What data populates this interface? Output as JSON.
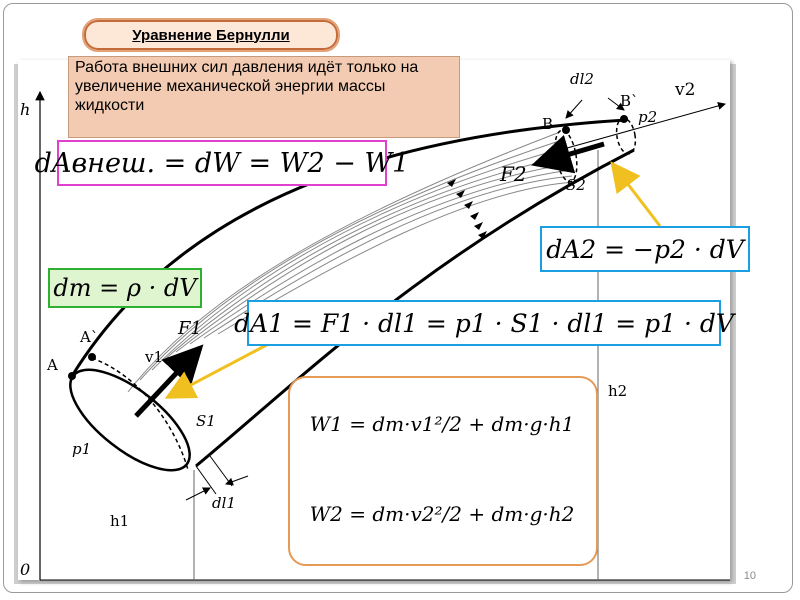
{
  "title": "Уравнение Бернулли",
  "description": "Работа внешних сил давления идёт только на увеличение механической энергии массы жидкости",
  "formulas": {
    "dA_ext": "dAвнеш. = dW = W2 − W1",
    "dA2": "dA2 = −p2 · dV",
    "dm": "dm = ρ · dV",
    "dA1": "dA1 = F1 · dl1 = p1 · S1 · dl1 = p1 · dV",
    "W1": "W1 = dm·v1²/2 + dm·g·h1",
    "W2": "W2 = dm·v2²/2 + dm·g·h2"
  },
  "labels": {
    "h": "h",
    "zero": "0",
    "A": "A",
    "A_prime": "A`",
    "B": "B",
    "B_prime": "B`",
    "F1": "F1",
    "F2": "F2",
    "v1": "v1",
    "v2": "v2",
    "p1": "p1",
    "p2": "p2",
    "S1": "S1",
    "S2": "S2",
    "dl1": "dl1",
    "dl2": "dl2",
    "h1": "h1",
    "h2": "h2"
  },
  "page_number": "10",
  "colors": {
    "pill": "#fde8d8",
    "work_box": "#f2cbb2",
    "magenta": "#e040d0",
    "blue": "#1aa0e0",
    "green": "#30b030",
    "orange": "#e59a55",
    "yellow_arrow": "#f0c020"
  }
}
